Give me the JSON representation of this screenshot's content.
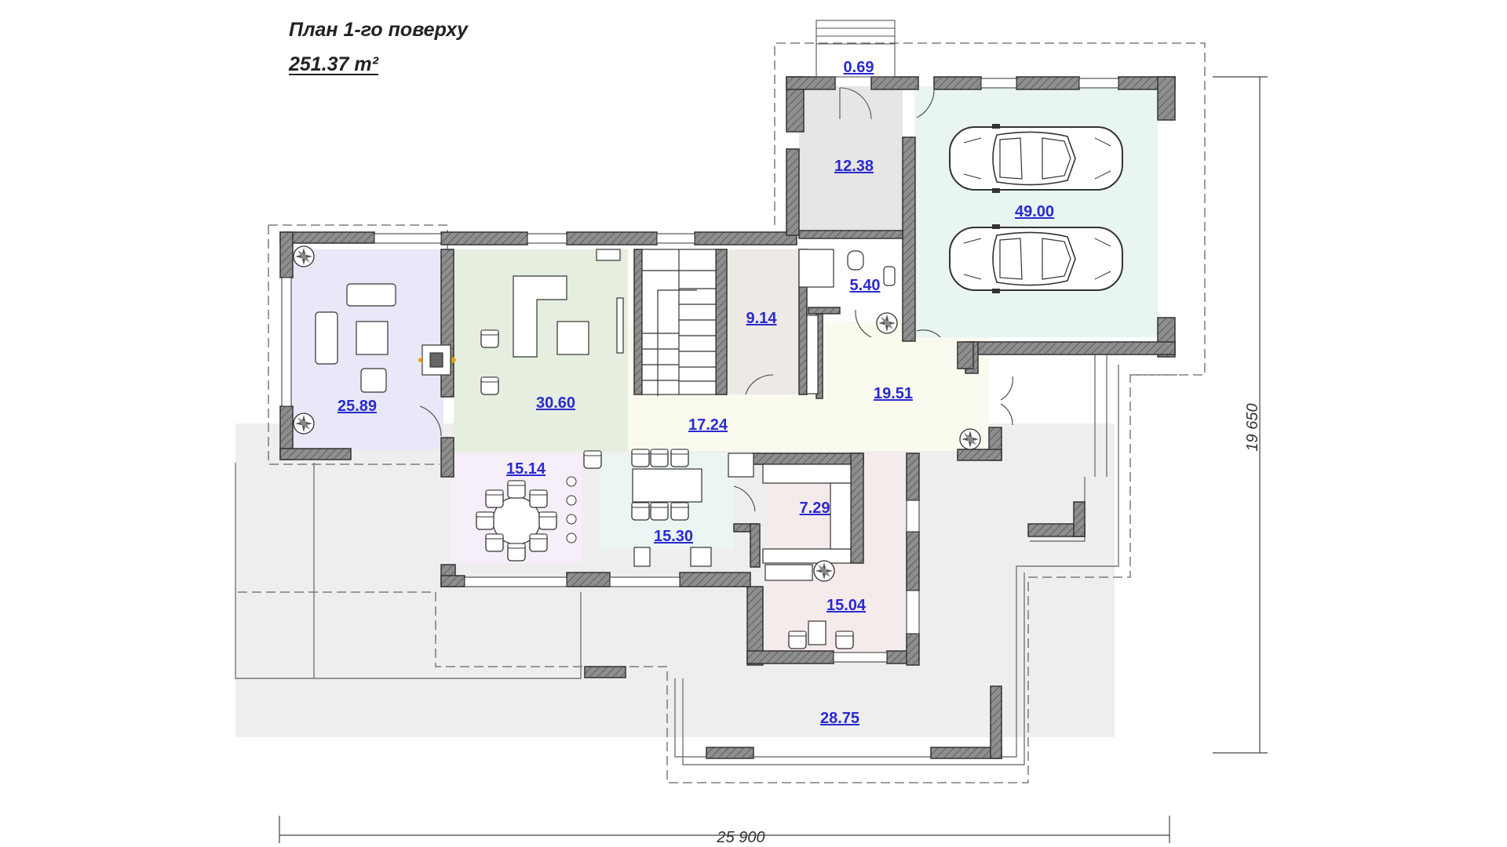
{
  "header": {
    "title": "План 1-го поверху",
    "total_area": "251.37 m²"
  },
  "rooms": {
    "terrace_living": "25.89",
    "living": "30.60",
    "stair_hall": "17.24",
    "hall": "19.51",
    "pantry": "9.14",
    "bathroom": "5.40",
    "boiler": "12.38",
    "porch": "0.69",
    "garage": "49.00",
    "dining": "15.14",
    "kitchen": "15.30",
    "dressing": "7.29",
    "bedroom": "15.04",
    "terrace": "28.75"
  },
  "dimensions": {
    "width": "25 900",
    "depth": "19 650"
  },
  "colors": {
    "wall": "#8e8e8e",
    "wall_outline": "#333333",
    "terrace_living": "#e8e8f8",
    "living": "#e6efdf",
    "hall": "#fafaee",
    "boiler": "#e6e6e6",
    "pantry": "#ede9e5",
    "garage": "#e8f5f1",
    "dining": "#f6eef8",
    "kitchen": "#ebf6f4",
    "bedroom": "#f5ebea",
    "terrace": "#eeeeee"
  }
}
